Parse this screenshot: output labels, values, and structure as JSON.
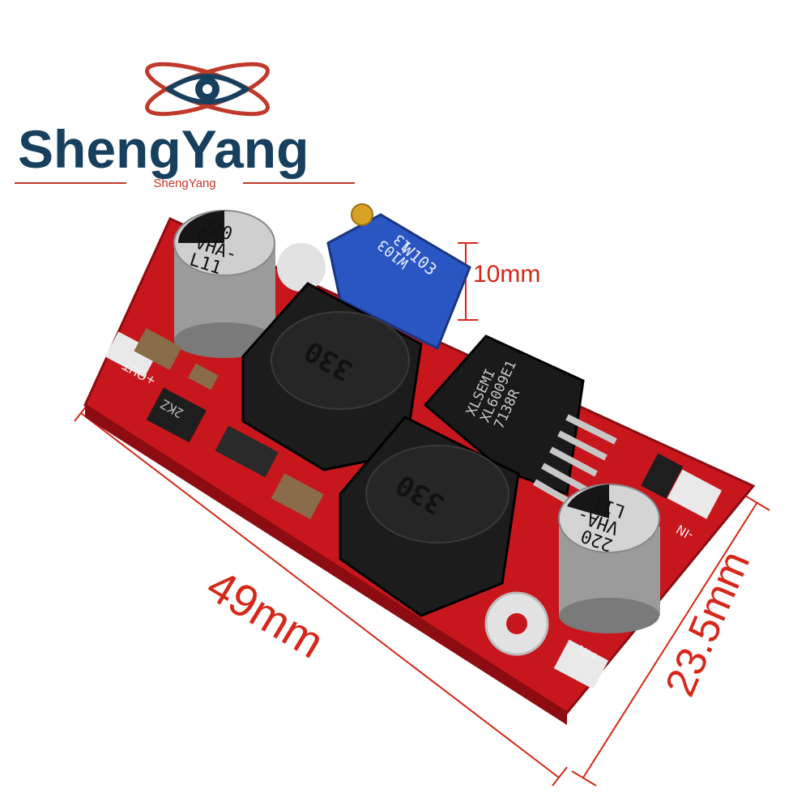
{
  "brand": {
    "name": "ShengYang",
    "subtitle": "ShengYang",
    "colors": {
      "primary": "#17405e",
      "accent": "#c0392b"
    }
  },
  "product": {
    "board_color": "#c8161d",
    "components": {
      "capacitor_left": [
        "220",
        "VHA-",
        "L11"
      ],
      "capacitor_right": [
        "220",
        "VHA-",
        "L11"
      ],
      "potentiometer": [
        "W103",
        "13"
      ],
      "inductor_top": "330",
      "inductor_bottom": "330",
      "ic": [
        "XLSEMI",
        "XL6009E1",
        "7138R"
      ],
      "diode": "2KZ"
    },
    "pads": {
      "out_plus": "+OUT",
      "in_minus": "-IN",
      "in_plus": "+IN"
    }
  },
  "dimensions": {
    "height": "10mm",
    "length": "49mm",
    "width": "23.5mm"
  }
}
